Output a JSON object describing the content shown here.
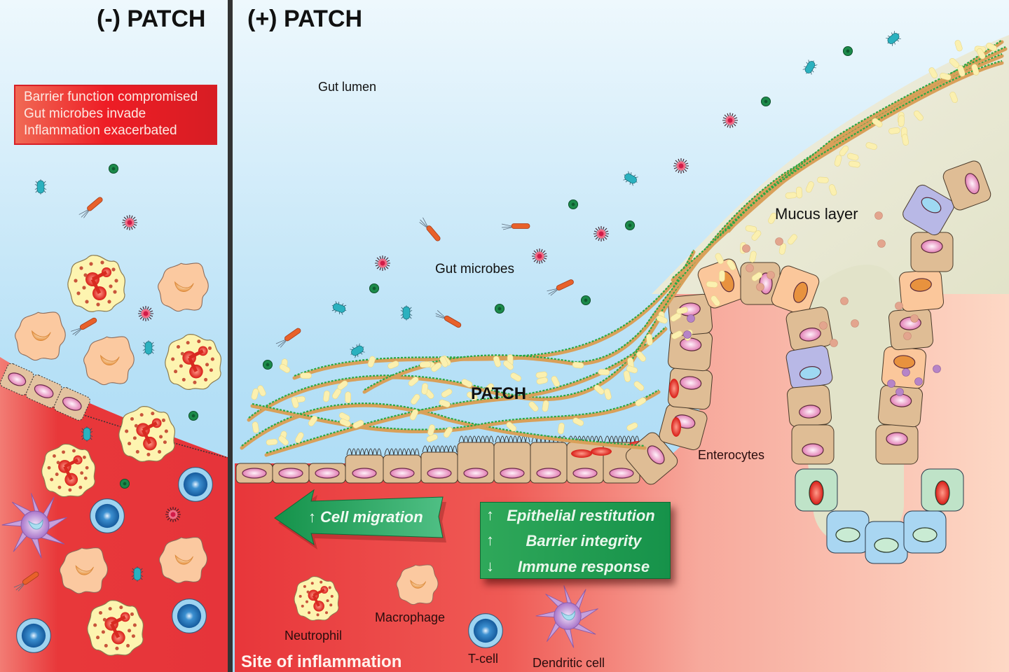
{
  "panels": {
    "left": {
      "title": "(-) PATCH"
    },
    "right": {
      "title": "(+) PATCH"
    }
  },
  "warning_box": {
    "lines": [
      "Barrier function compromised",
      "Gut microbes invade",
      "Inflammation exacerbated"
    ]
  },
  "labels": {
    "gut_lumen": "Gut lumen",
    "gut_microbes": "Gut microbes",
    "mucus_layer": "Mucus layer",
    "patch": "PATCH",
    "enterocytes": "Enterocytes",
    "site_of_inflammation": "Site of inflammation"
  },
  "cell_migration": {
    "arrow": "↑",
    "text": "Cell migration"
  },
  "effects_box": {
    "rows": [
      {
        "arrow": "↑",
        "text": "Epithelial restitution",
        "direction": "up"
      },
      {
        "arrow": "↑",
        "text": "Barrier integrity",
        "direction": "up"
      },
      {
        "arrow": "↓",
        "text": "Immune response",
        "direction": "down"
      }
    ]
  },
  "legend_cells": {
    "neutrophil": "Neutrophil",
    "macrophage": "Macrophage",
    "t_cell": "T-cell",
    "dendritic_cell": "Dendritic cell"
  },
  "colors": {
    "lumen_top": "#e6f4fb",
    "lumen_bottom": "#a8daf5",
    "tissue_red": "#e8373a",
    "tissue_pink": "#f7b3a8",
    "tissue_peach": "#fdd8c6",
    "mucus": "#eae9d7",
    "enterocyte": "#dcb88f",
    "divider": "#333333",
    "effects_green": "#1b9a50",
    "warning_red": "#ee1d25"
  }
}
